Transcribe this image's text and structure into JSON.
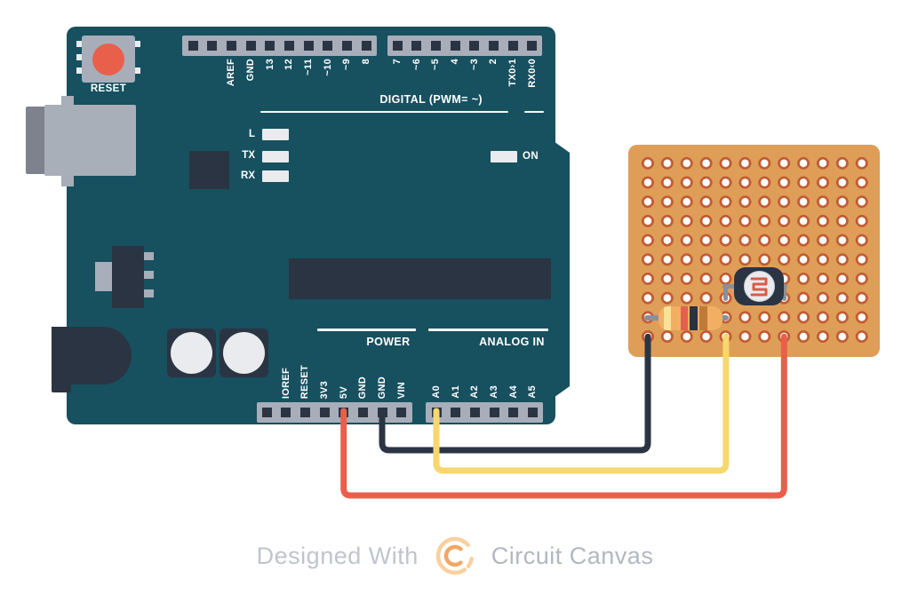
{
  "arduino": {
    "reset_label": "RESET",
    "digital_header_label": "DIGITAL (PWM= ~)",
    "power_header_label": "POWER",
    "analog_header_label": "ANALOG IN",
    "on_led_label": "ON",
    "led_l": "L",
    "led_tx": "TX",
    "led_rx": "RX",
    "top_left_pins": [
      "AREF",
      "GND",
      "13",
      "12",
      "~11",
      "~10",
      "~9",
      "8"
    ],
    "top_right_pins": [
      "7",
      "~6",
      "~5",
      "4",
      "~3",
      "2",
      "TX0›1",
      "RX0‹0"
    ],
    "power_pins": [
      "IOREF",
      "RESET",
      "3V3",
      "5V",
      "GND",
      "GND",
      "VIN"
    ],
    "analog_pins": [
      "A0",
      "A1",
      "A2",
      "A3",
      "A4",
      "A5"
    ]
  },
  "perfboard": {
    "columns": 12,
    "rows": 10,
    "components": [
      "resistor",
      "photoresistor"
    ]
  },
  "wires": [
    {
      "id": "wire-5v",
      "pin": "5V",
      "color": "#E8604C"
    },
    {
      "id": "wire-gnd",
      "pin": "GND",
      "color": "#2B3442"
    },
    {
      "id": "wire-a0",
      "pin": "A0",
      "color": "#F7D76E"
    }
  ],
  "footer": {
    "designed_with": "Designed With",
    "brand": "Circuit Canvas"
  },
  "colors": {
    "board_teal": "#17505F",
    "component_dark": "#2B3442",
    "metal_gray": "#A7AEB9",
    "led_white": "#E9EBEE",
    "reset_button_red": "#E8604C",
    "perfboard_tan": "#DE9E58",
    "perfboard_ring": "#C25A31",
    "wire_5v": "#E8604C",
    "wire_gnd": "#2B3442",
    "wire_a0": "#F7D76E",
    "resistor_body": "#F2AE63",
    "resistor_bands": [
      "#FAE398",
      "#E4604E",
      "#2B3240",
      "#BF7A39"
    ],
    "ldr_track": "#D85C48",
    "lead_gray": "#8A8F99",
    "logo_orange": "#F0A765",
    "logo_light_orange": "#F9D09E",
    "footer_text": "#BDC1C9"
  }
}
